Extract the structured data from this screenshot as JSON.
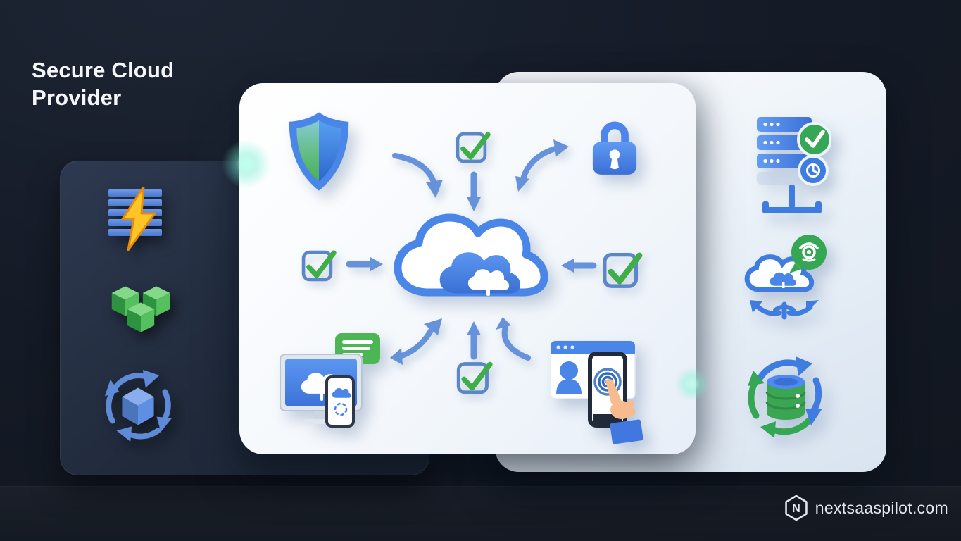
{
  "page": {
    "title": "Secure Cloud Provider",
    "watermark": {
      "logo_letter": "N",
      "text": "nextsaaspilot.com"
    }
  },
  "colors": {
    "background": "#151b27",
    "panel_dark": "#27334a",
    "panel_light": "#f2f7fc",
    "accent_blue": "#4a86e8",
    "accent_green": "#3aa552",
    "accent_yellow": "#ffc526",
    "glow_teal": "#8cf5dc"
  },
  "left_panel": {
    "icons": [
      {
        "name": "firewall-performance-icon",
        "meaning": "layered firewall with lightning bolt"
      },
      {
        "name": "storage-cubes-icon",
        "meaning": "three green modular cubes"
      },
      {
        "name": "package-lifecycle-icon",
        "meaning": "cube surrounded by circular arrows"
      }
    ]
  },
  "diagram": {
    "center_node": "cloud",
    "nodes": [
      "security-shield",
      "checkbox-top",
      "padlock",
      "checkbox-left",
      "checkbox-right",
      "device-sync",
      "checkbox-bottom",
      "secure-access"
    ],
    "connections": [
      {
        "from": "security-shield",
        "to": "cloud",
        "style": "curved"
      },
      {
        "from": "checkbox-top",
        "to": "cloud",
        "style": "straight"
      },
      {
        "from": "cloud",
        "to": "padlock",
        "style": "curved-bidirectional"
      },
      {
        "from": "checkbox-left",
        "to": "cloud",
        "style": "straight"
      },
      {
        "from": "checkbox-right",
        "to": "cloud",
        "style": "straight"
      },
      {
        "from": "device-sync",
        "to": "cloud",
        "style": "curved-bidirectional"
      },
      {
        "from": "checkbox-bottom",
        "to": "cloud",
        "style": "straight"
      },
      {
        "from": "secure-access",
        "to": "cloud",
        "style": "curved"
      }
    ]
  },
  "right_panel": {
    "icons": [
      {
        "name": "server-uptime-icon",
        "meaning": "server rack with check and clock badges"
      },
      {
        "name": "cloud-monitoring-icon",
        "meaning": "cloud with green alert bubble and spread arrows"
      },
      {
        "name": "database-sync-icon",
        "meaning": "database cylinder with circular sync arrows"
      }
    ]
  }
}
